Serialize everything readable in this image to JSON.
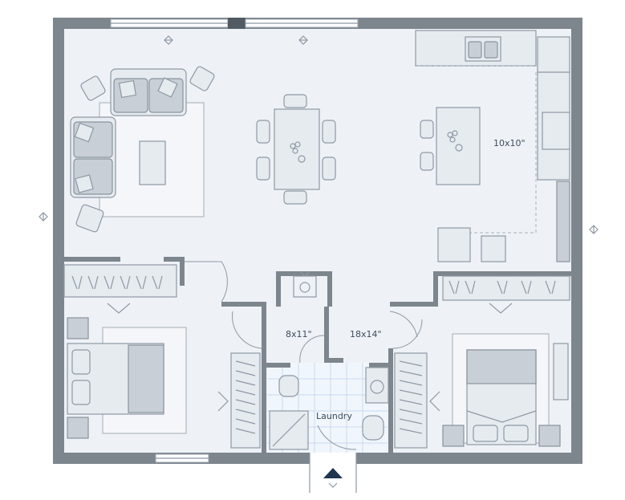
{
  "rooms": {
    "kitchen_size": "10x10\"",
    "hall_a_size": "8x11\"",
    "hall_b_size": "18x14\"",
    "laundry": "Laundry"
  },
  "colors": {
    "wall": "#7d858d",
    "floor": "#eef2f7",
    "tile": "#c7d9ee",
    "entry_arrow": "#1f3550"
  },
  "icons": {
    "dimension_marker": "diamond-marker-icon",
    "entry": "entry-arrow-icon",
    "flowers": "flower-vase-icon"
  }
}
